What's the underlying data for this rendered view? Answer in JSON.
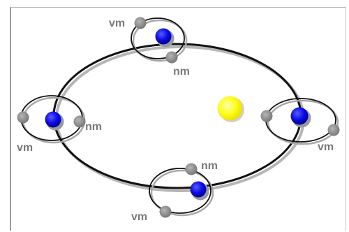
{
  "labels": {
    "top_vm": "vm",
    "top_nm": "nm",
    "left_vm": "vm",
    "left_nm": "nm",
    "right_vm": "vm",
    "bottom_nm": "nm",
    "bottom_vm": "vm"
  },
  "colors": {
    "orbit": "#111111",
    "shadow": "#9c9c9c",
    "planet": "#0a0ae6",
    "sun": "#ffff1a",
    "moon": "#8a8a8a",
    "label": "#7a7a7a"
  }
}
